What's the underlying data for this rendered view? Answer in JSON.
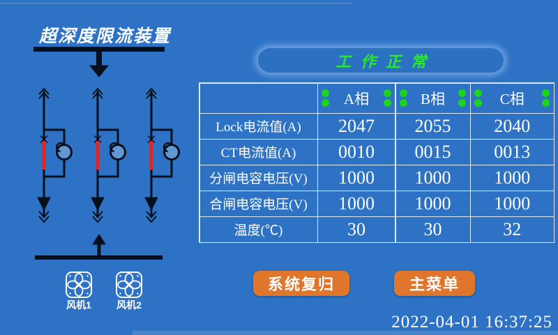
{
  "title": "超深度限流装置",
  "status": {
    "label": "工作正常"
  },
  "table": {
    "phases": [
      "A相",
      "B相",
      "C相"
    ],
    "rows": [
      {
        "label": "Lock电流值(A)",
        "values": [
          "2047",
          "2055",
          "2040"
        ]
      },
      {
        "label": "CT电流值(A)",
        "values": [
          "0010",
          "0015",
          "0013"
        ]
      },
      {
        "label": "分闸电容电压(V)",
        "values": [
          "1000",
          "1000",
          "1000"
        ]
      },
      {
        "label": "合闸电容电压(V)",
        "values": [
          "1000",
          "1000",
          "1000"
        ]
      },
      {
        "label": "温度(℃)",
        "values": [
          "30",
          "30",
          "32"
        ]
      }
    ],
    "indicator": {
      "color": "#1dd41d",
      "dots_per_phase": 4,
      "state": "on"
    }
  },
  "buttons": {
    "reset": "系统复归",
    "menu": "主菜单"
  },
  "fans": [
    {
      "label": "风机1"
    },
    {
      "label": "风机2"
    }
  ],
  "footer": {
    "datetime": "2022-04-01 16:37:25"
  },
  "colors": {
    "background": "#2d72c5",
    "status_green": "#2be82b",
    "indicator_green": "#1dd41d",
    "button_orange": "#e0762c",
    "limiter_red": "#e8231c",
    "grid_line": "#dce8f4"
  }
}
